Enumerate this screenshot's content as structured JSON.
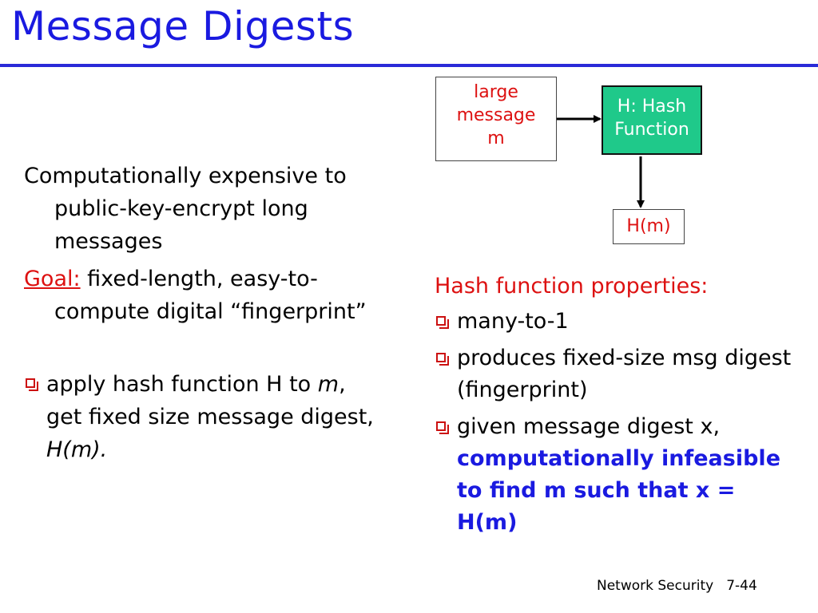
{
  "slide": {
    "title": "Message Digests"
  },
  "left": {
    "intro": "Computationally expensive to public-key-encrypt long messages",
    "goal_label": "Goal:",
    "goal_text": " fixed-length, easy-to-compute digital “fingerprint”",
    "bullet_1a": "apply hash function H to ",
    "bullet_1b": "m",
    "bullet_1c": ", get fixed size message digest, ",
    "bullet_1d": "H(m)",
    "bullet_1e": "."
  },
  "diagram": {
    "message_box": [
      "large",
      "message",
      "m"
    ],
    "hash_box": [
      "H: Hash",
      "Function"
    ],
    "output_box": "H(m)"
  },
  "right": {
    "heading": "Hash function properties:",
    "bullet_1": "many-to-1",
    "bullet_2": "produces fixed-size msg digest (fingerprint)",
    "bullet_3_plain": "given message digest x, ",
    "bullet_3_bold": "computationally infeasible to find m such that x = H(m)"
  },
  "footer": {
    "label": "Network Security",
    "page": "7-44"
  },
  "colors": {
    "title": "#1a1ae0",
    "accent_red": "#dd1111",
    "hash_box_fill": "#1fc98a"
  }
}
